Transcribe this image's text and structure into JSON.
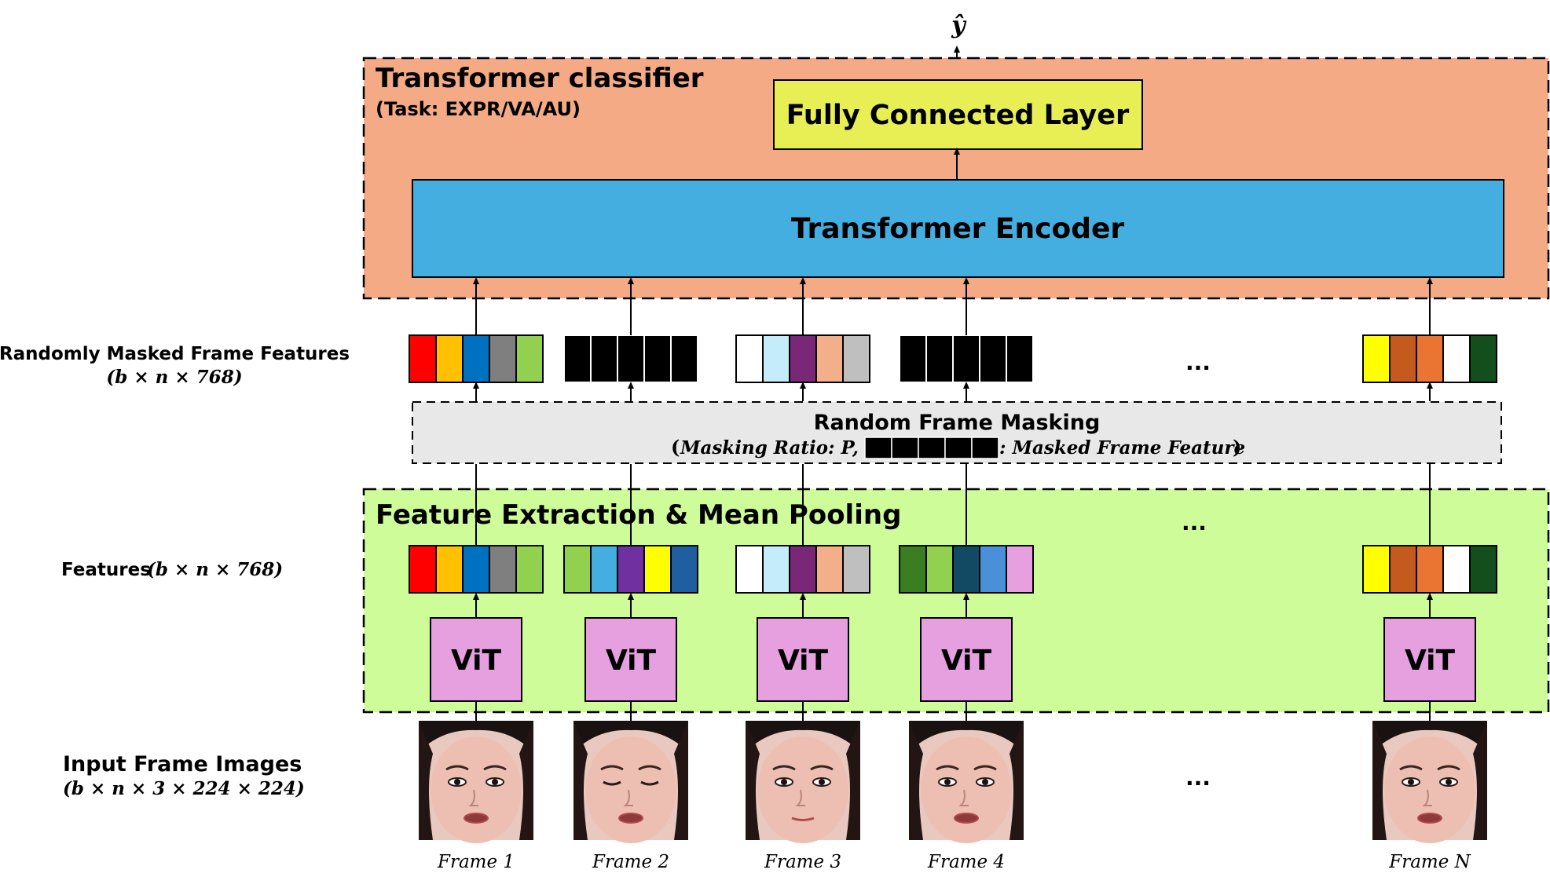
{
  "output_symbol": "ŷ",
  "classifier": {
    "title": "Transformer classifier",
    "task": "(Task: EXPR/VA/AU)",
    "fc_label": "Fully Connected Layer",
    "encoder_label": "Transformer Encoder"
  },
  "masking": {
    "title": "Random Frame Masking",
    "open_paren": "(",
    "ratio_text": "Masking Ratio: P,",
    "legend_text": ": Masked Frame Feature",
    "close_paren": ")"
  },
  "extraction": {
    "title": "Feature Extraction & Mean Pooling",
    "vit_label": "ViT"
  },
  "row_labels": {
    "masked_title": "Randomly Masked Frame Features",
    "masked_dims": "(b × n × 768)",
    "features_title": "Features",
    "features_dims": "(b × n × 768)",
    "input_title": "Input Frame Images",
    "input_dims": "(b × n × 3 × 224 × 224)"
  },
  "ellipsis": "...",
  "frames": [
    {
      "label": "Frame 1",
      "eyes": "open",
      "mouth": "open",
      "feature_colors": [
        "#ff0000",
        "#ffc000",
        "#0070c0",
        "#7f7f7f",
        "#92d050"
      ],
      "masked": false
    },
    {
      "label": "Frame 2",
      "eyes": "closed",
      "mouth": "open",
      "feature_colors": [
        "#92d050",
        "#44aee0",
        "#7030a0",
        "#ffff00",
        "#1f5fa0"
      ],
      "masked": true
    },
    {
      "label": "Frame 3",
      "eyes": "open",
      "mouth": "closed",
      "feature_colors": [
        "#ffffff",
        "#c5ecfa",
        "#7a2778",
        "#f3ae8a",
        "#bfbfbf"
      ],
      "masked": false
    },
    {
      "label": "Frame 4",
      "eyes": "open",
      "mouth": "open",
      "feature_colors": [
        "#3a7d22",
        "#92d050",
        "#124a63",
        "#4a90d9",
        "#e6a0e0"
      ],
      "masked": true
    },
    {
      "label": "Frame N",
      "eyes": "open",
      "mouth": "open",
      "feature_colors": [
        "#ffff00",
        "#c55a1e",
        "#ea7432",
        "#ffffff",
        "#134f1c"
      ],
      "masked": false
    }
  ],
  "colors": {
    "classifier_bg": "#f3aa85",
    "fc_bg": "#e8ef55",
    "encoder_bg": "#44aee0",
    "masking_bg": "#e8e8e8",
    "extraction_bg": "#cdfc99",
    "vit_bg": "#e6a0e0",
    "masked_cell": "#000000"
  }
}
